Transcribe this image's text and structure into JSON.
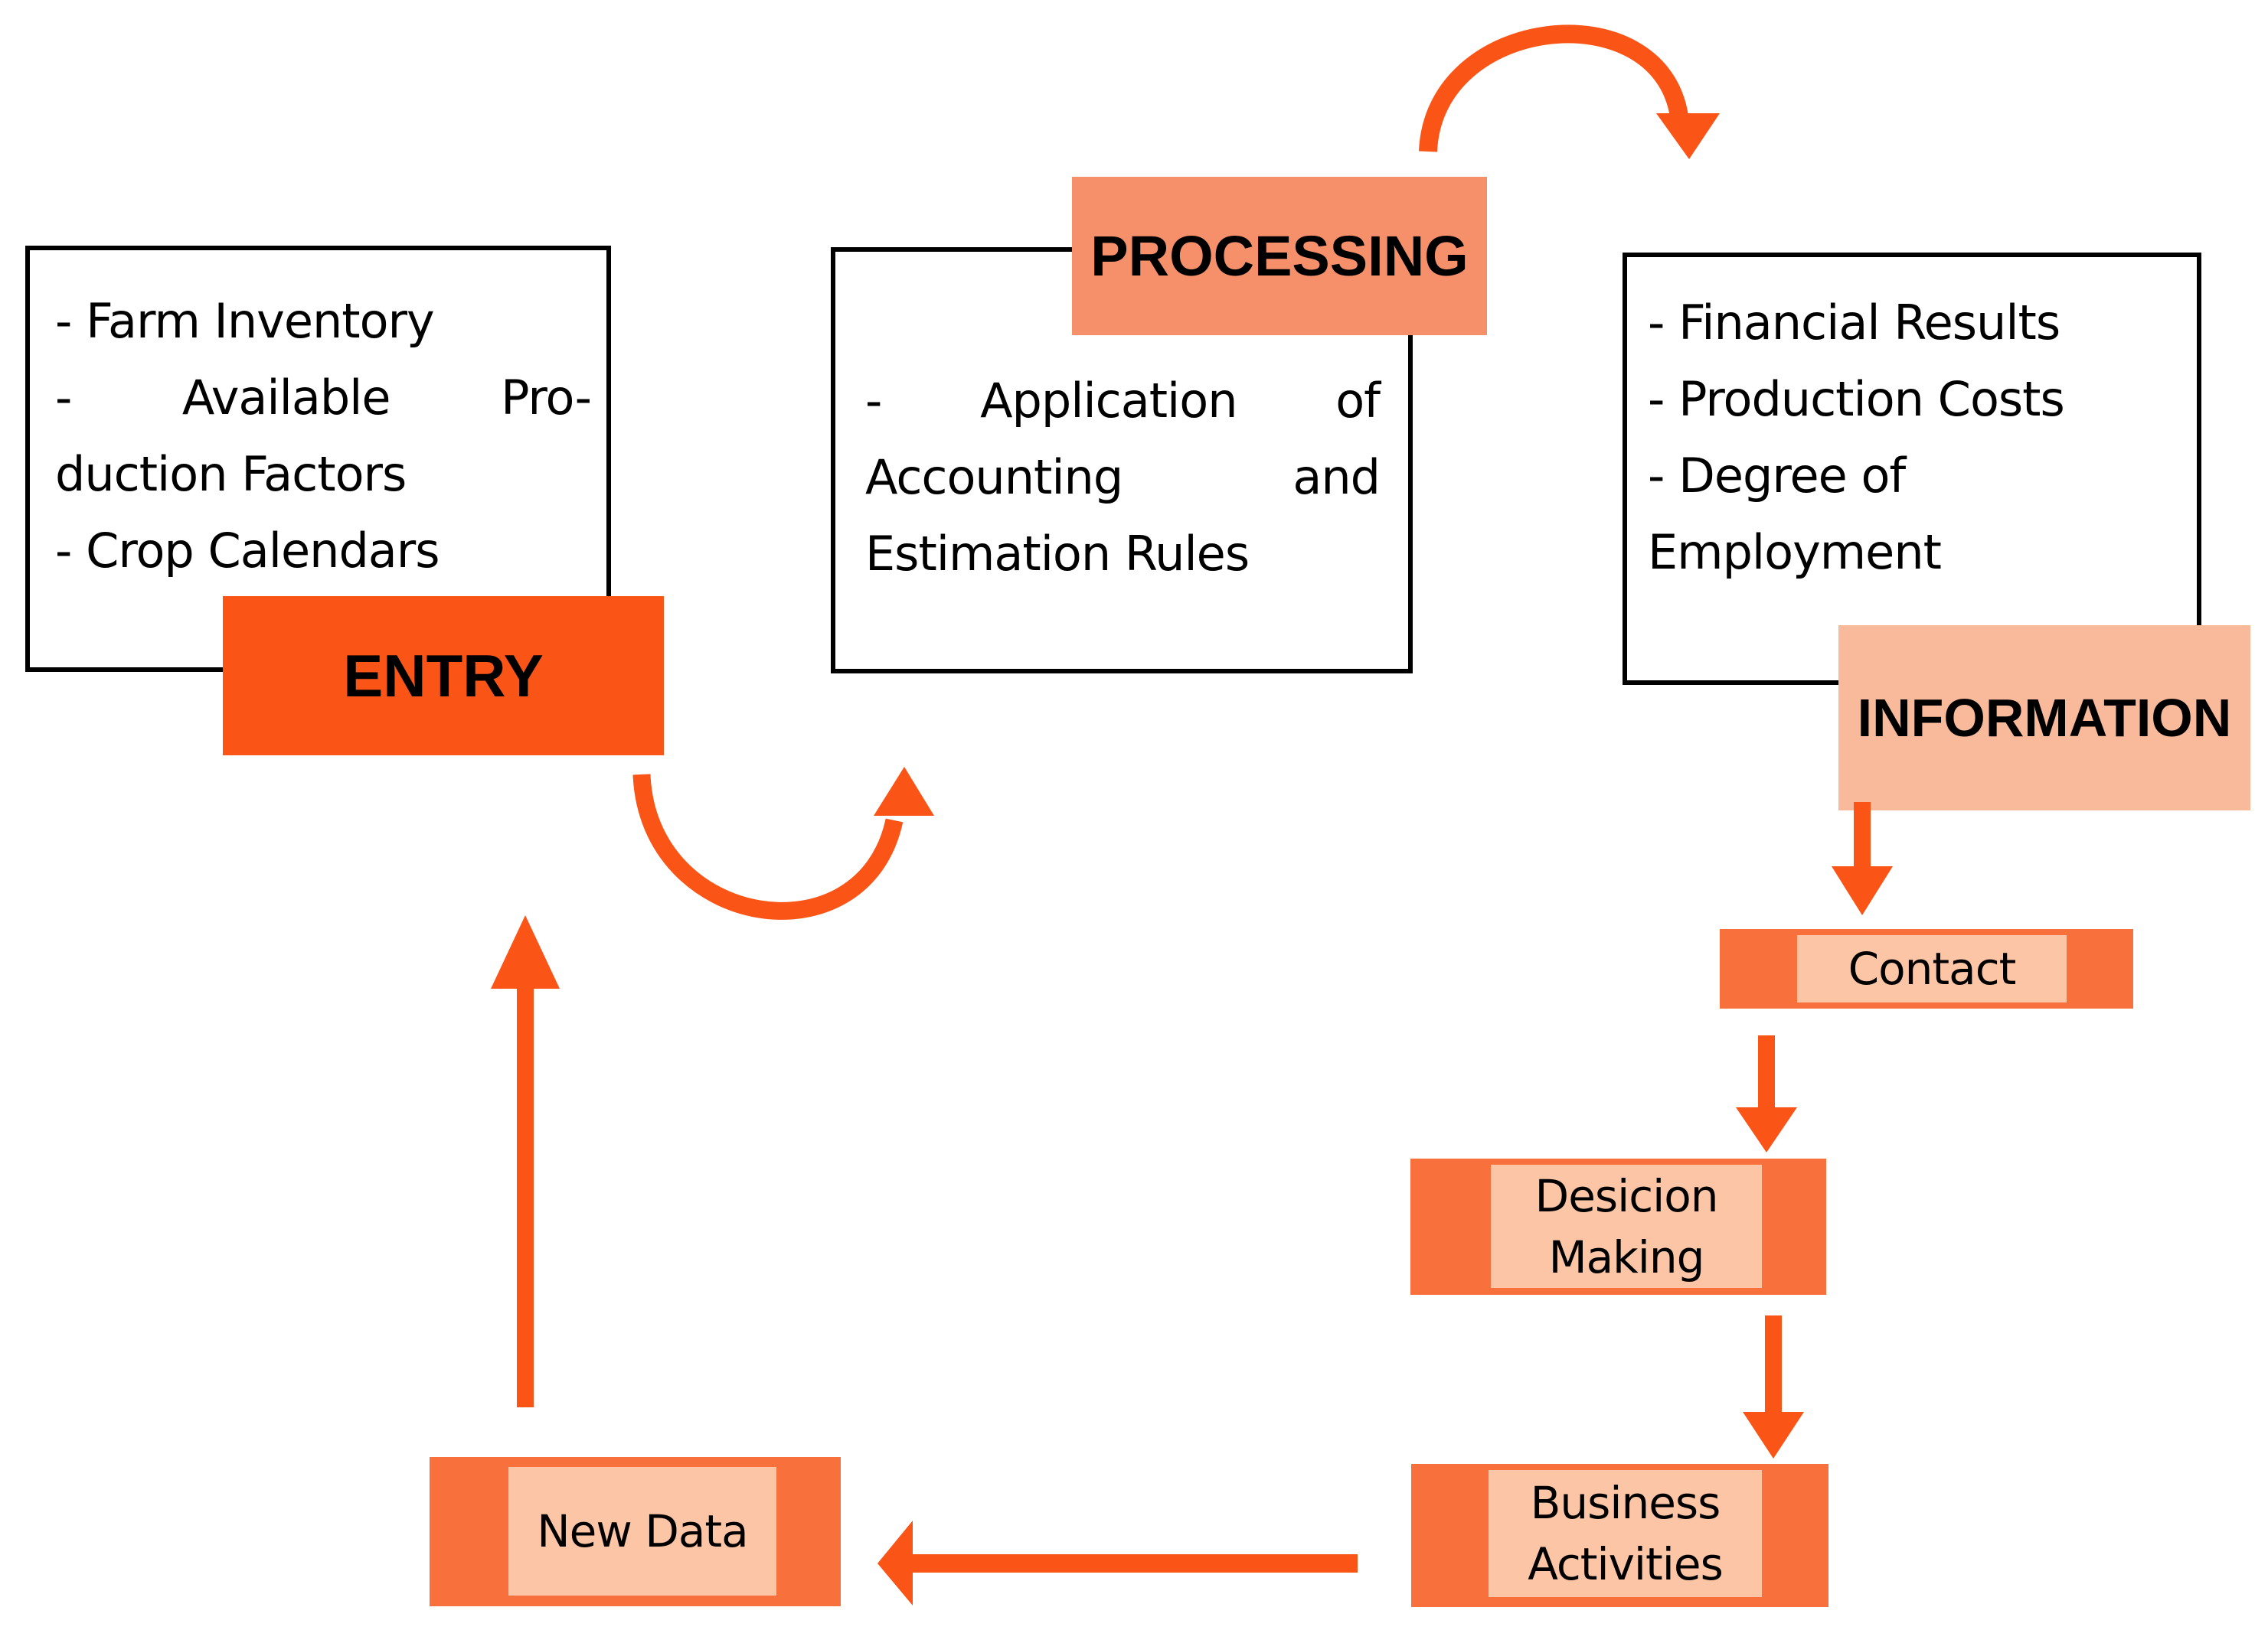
{
  "colors": {
    "accent_bright": "#FA5517",
    "accent_medium": "#F8703C",
    "accent_salmon": "#F6906B",
    "accent_peach": "#F9BA9B",
    "accent_inner": "#FBC5A6",
    "box_border": "#000000",
    "text": "#000000",
    "background": "#FFFFFF"
  },
  "stage_labels": {
    "entry": "ENTRY",
    "processing": "PROCESSING",
    "information": "INFORMATION"
  },
  "source_boxes": {
    "entry_inputs": {
      "lines": [
        {
          "j": false,
          "w": [
            "- Farm Inventory"
          ]
        },
        {
          "j": true,
          "w": [
            "-",
            "Available",
            "Pro-"
          ]
        },
        {
          "j": false,
          "w": [
            "duction Factors"
          ]
        },
        {
          "j": false,
          "w": [
            "- Crop Calendars"
          ]
        }
      ]
    },
    "processing_inputs": {
      "lines": [
        {
          "j": true,
          "w": [
            "-",
            "Application",
            "of"
          ]
        },
        {
          "j": true,
          "w": [
            "Accounting",
            "and"
          ]
        },
        {
          "j": false,
          "w": [
            "Estimation Rules"
          ]
        }
      ]
    },
    "information_outputs": {
      "lines": [
        {
          "j": false,
          "w": [
            "- Financial Results"
          ]
        },
        {
          "j": false,
          "w": [
            "- Production Costs"
          ]
        },
        {
          "j": false,
          "w": [
            "- Degree of"
          ]
        },
        {
          "j": false,
          "w": [
            "Employment"
          ]
        }
      ]
    }
  },
  "flow_steps": {
    "contact": "Contact",
    "decision_making": "Desicion\nMaking",
    "business_activities": "Business\nActivities",
    "new_data": "New Data"
  }
}
